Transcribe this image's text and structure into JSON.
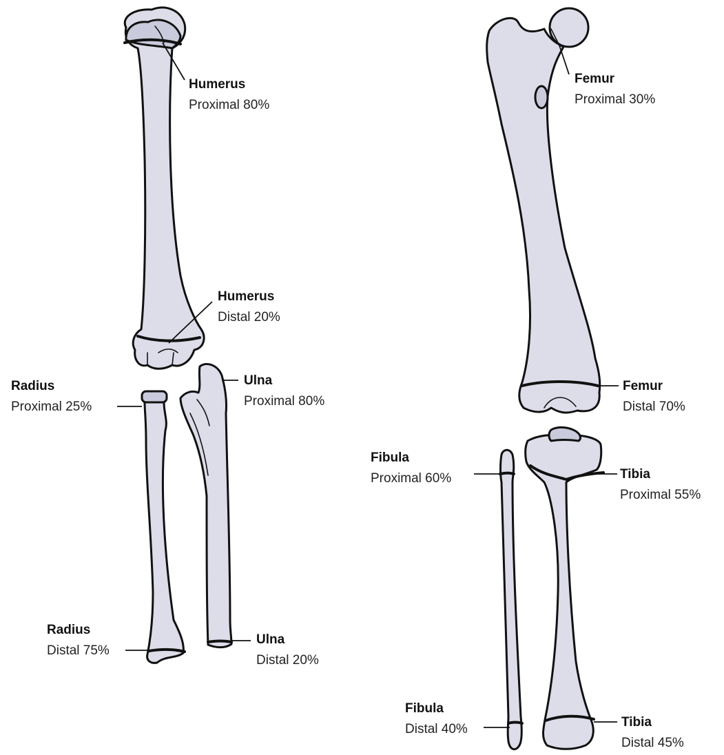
{
  "labels": {
    "humerus_proximal": {
      "name": "Humerus",
      "detail": "Proximal 80%"
    },
    "humerus_distal": {
      "name": "Humerus",
      "detail": "Distal 20%"
    },
    "radius_proximal": {
      "name": "Radius",
      "detail": "Proximal 25%"
    },
    "ulna_proximal": {
      "name": "Ulna",
      "detail": "Proximal 80%"
    },
    "radius_distal": {
      "name": "Radius",
      "detail": "Distal 75%"
    },
    "ulna_distal": {
      "name": "Ulna",
      "detail": "Distal 20%"
    },
    "femur_proximal": {
      "name": "Femur",
      "detail": "Proximal 30%"
    },
    "femur_distal": {
      "name": "Femur",
      "detail": "Distal 70%"
    },
    "fibula_proximal": {
      "name": "Fibula",
      "detail": "Proximal 60%"
    },
    "tibia_proximal": {
      "name": "Tibia",
      "detail": "Proximal 55%"
    },
    "fibula_distal": {
      "name": "Fibula",
      "detail": "Distal 40%"
    },
    "tibia_distal": {
      "name": "Tibia",
      "detail": "Distal 45%"
    }
  },
  "colors": {
    "bone_fill": "#dcdde9",
    "outline": "#111111",
    "text": "#222222"
  }
}
